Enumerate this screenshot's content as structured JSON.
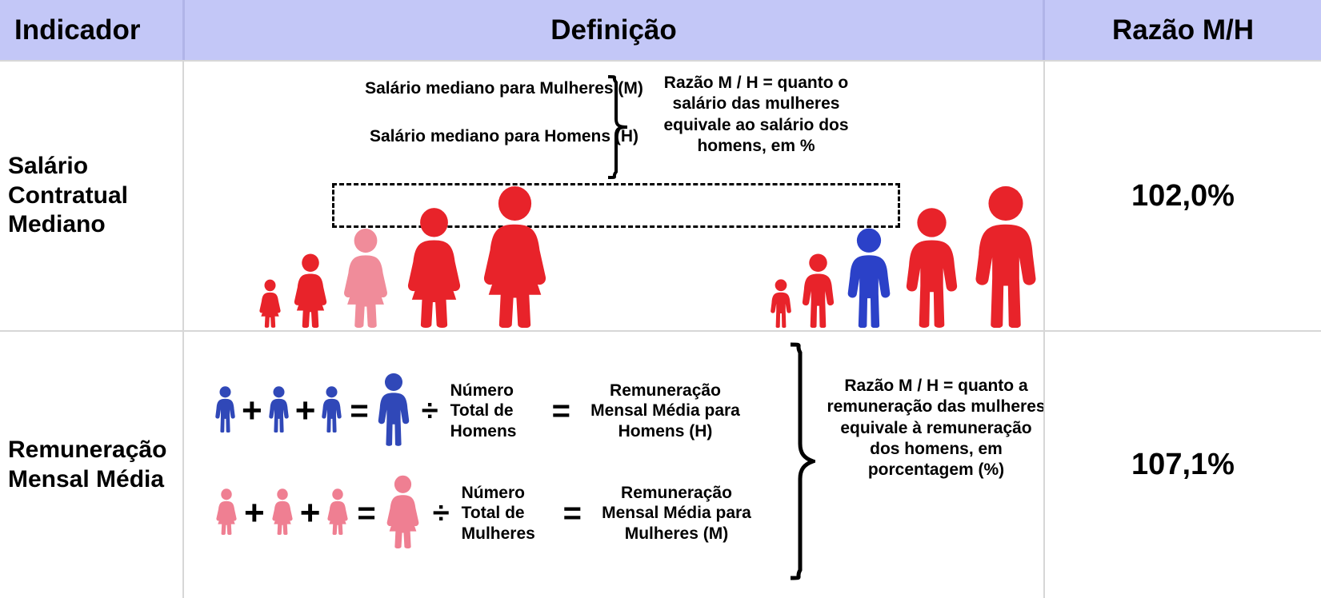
{
  "header": {
    "indicator": "Indicador",
    "definition": "Definição",
    "ratio": "Razão M/H"
  },
  "colors": {
    "header_bg": "#c3c7f7",
    "red": "#e8232a",
    "light_pink_row1": "#f08c9a",
    "blue_row1": "#2b41c8",
    "blue_row2": "#3048b8",
    "pink_row2": "#ef7f92",
    "border": "#d7d7d7",
    "text": "#000000"
  },
  "rows": [
    {
      "indicator": "Salário\nContratual\nMediano",
      "ratio": "102,0%",
      "fraction": {
        "numerator": "Salário mediano para Mulheres (M)",
        "denominator": "Salário mediano para Homens (H)"
      },
      "note": "Razão M / H = quanto o salário das mulheres equivale ao salário dos homens, em %",
      "women_group": {
        "label": "women-figures",
        "figures": [
          {
            "size": 0.34,
            "color": "#e8232a"
          },
          {
            "size": 0.52,
            "color": "#e8232a"
          },
          {
            "size": 0.7,
            "color": "#f08c9a"
          },
          {
            "size": 0.85,
            "color": "#e8232a"
          },
          {
            "size": 1.0,
            "color": "#e8232a"
          }
        ]
      },
      "men_group": {
        "label": "men-figures",
        "figures": [
          {
            "size": 0.34,
            "color": "#e8232a"
          },
          {
            "size": 0.52,
            "color": "#e8232a"
          },
          {
            "size": 0.7,
            "color": "#2b41c8"
          },
          {
            "size": 0.85,
            "color": "#e8232a"
          },
          {
            "size": 1.0,
            "color": "#e8232a"
          }
        ]
      }
    },
    {
      "indicator": "Remuneração\nMensal Média",
      "ratio": "107,1%",
      "equations": [
        {
          "gender": "men",
          "color": "#3048b8",
          "plus": "+",
          "equals": "=",
          "divide": "÷",
          "result_equals": "=",
          "divisor_label": "Número\nTotal de\nHomens",
          "result_label": "Remuneração\nMensal Média para\nHomens (H)"
        },
        {
          "gender": "women",
          "color": "#ef7f92",
          "plus": "+",
          "equals": "=",
          "divide": "÷",
          "result_equals": "=",
          "divisor_label": "Número\nTotal de\nMulheres",
          "result_label": "Remuneração\nMensal Média para\nMulheres (M)"
        }
      ],
      "note": "Razão M / H = quanto a remuneração das mulheres equivale à remuneração dos homens, em porcentagem (%)"
    }
  ]
}
